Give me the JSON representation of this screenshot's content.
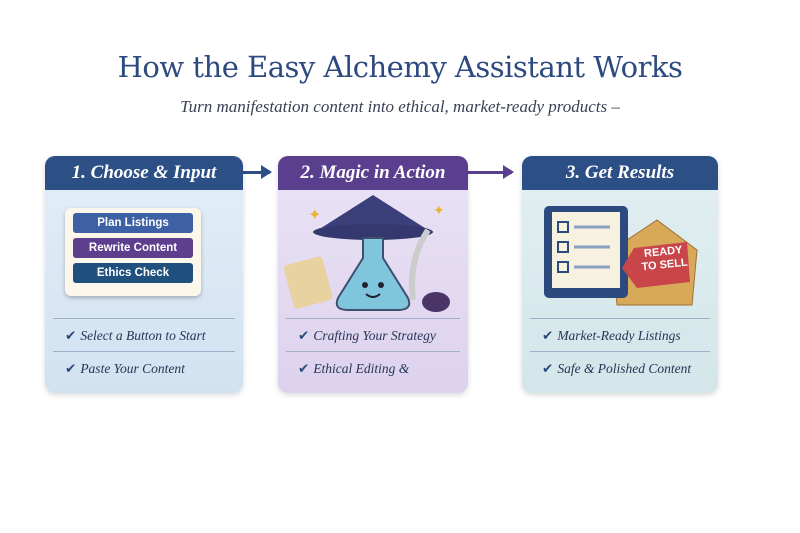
{
  "title": "How the Easy Alchemy Assistant Works",
  "subtitle": "Turn manifestation content into ethical, market-ready products –",
  "steps": [
    {
      "heading": "1. Choose & Input",
      "buttons": [
        "Plan Listings",
        "Rewrite Content",
        "Ethics Check"
      ],
      "items": [
        "Select a Button to Start",
        "Paste Your Content"
      ]
    },
    {
      "heading": "2. Magic in Action",
      "items": [
        "Crafting Your Strategy",
        "Ethical Editing & Guidance"
      ]
    },
    {
      "heading": "3. Get Results",
      "tag": "READY TO SELL",
      "items": [
        "Market-Ready Listings",
        "Safe & Polished Content"
      ]
    }
  ],
  "check": "✔",
  "colors": {
    "blue": "#2c4f86",
    "purple": "#5b3f8f"
  }
}
